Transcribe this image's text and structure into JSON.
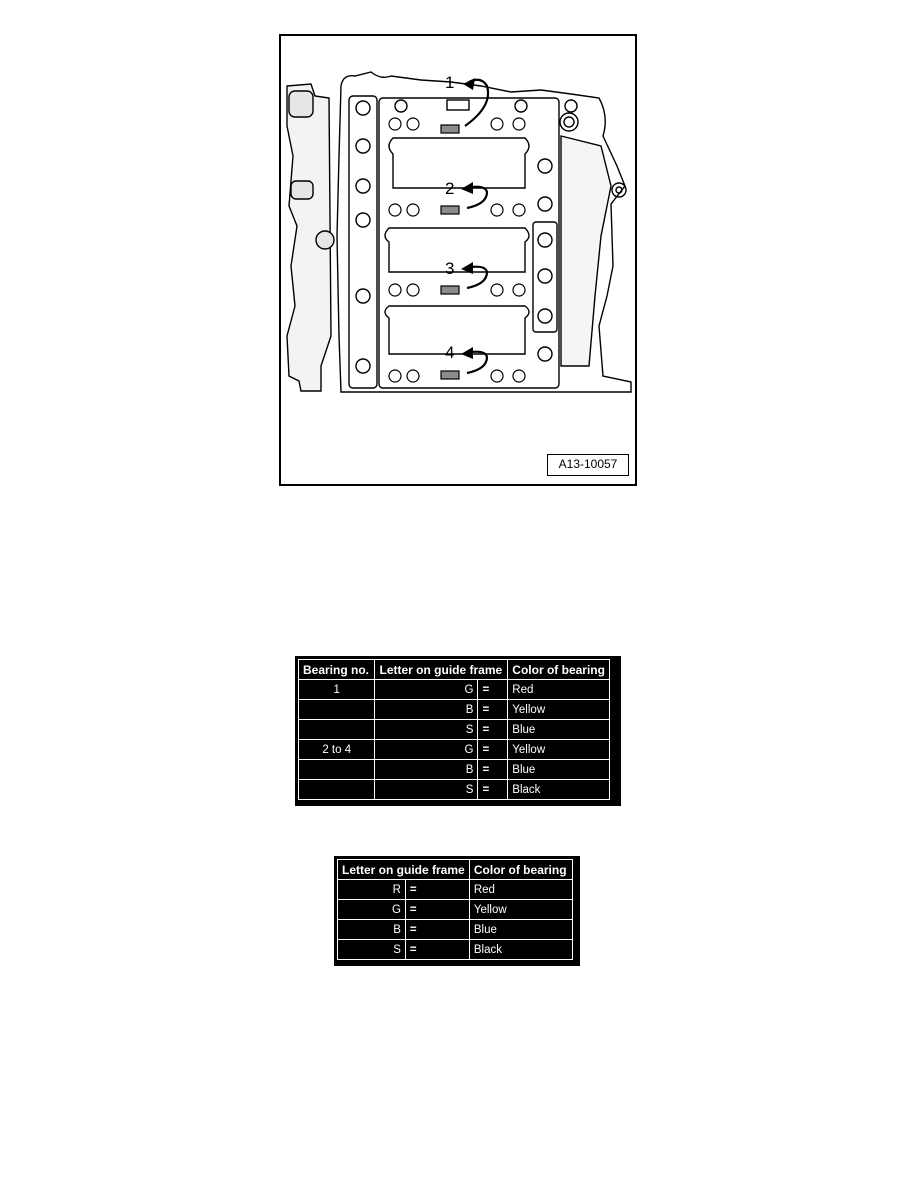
{
  "figure": {
    "label": "A13-10057",
    "callouts": [
      "1",
      "2",
      "3",
      "4"
    ]
  },
  "table1": {
    "headers": [
      "Bearing no.",
      "Letter on guide frame",
      "Color of bearing"
    ],
    "rows": [
      {
        "bearing": "1",
        "letter": "G",
        "eq": "=",
        "color": "Red"
      },
      {
        "bearing": "",
        "letter": "B",
        "eq": "=",
        "color": "Yellow"
      },
      {
        "bearing": "",
        "letter": "S",
        "eq": "=",
        "color": "Blue"
      },
      {
        "bearing": "2 to 4",
        "letter": "G",
        "eq": "=",
        "color": "Yellow"
      },
      {
        "bearing": "",
        "letter": "B",
        "eq": "=",
        "color": "Blue"
      },
      {
        "bearing": "",
        "letter": "S",
        "eq": "=",
        "color": "Black"
      }
    ]
  },
  "table2": {
    "headers": [
      "Letter on guide frame",
      "Color of bearing"
    ],
    "rows": [
      {
        "letter": "R",
        "eq": "=",
        "color": "Red"
      },
      {
        "letter": "G",
        "eq": "=",
        "color": "Yellow"
      },
      {
        "letter": "B",
        "eq": "=",
        "color": "Blue"
      },
      {
        "letter": "S",
        "eq": "=",
        "color": "Black"
      }
    ]
  }
}
